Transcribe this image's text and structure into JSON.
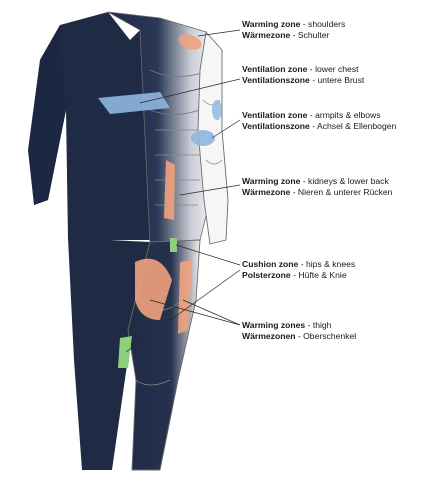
{
  "labels": [
    {
      "title": "Warming zone",
      "desc": "shoulders",
      "title_de": "Wärmezone",
      "desc_de": "Schulter"
    },
    {
      "title": "Ventilation zone",
      "desc": "lower chest",
      "title_de": "Ventilationszone",
      "desc_de": "untere Brust"
    },
    {
      "title": "Ventilation zone",
      "desc": "armpits & elbows",
      "title_de": "Ventilationszone",
      "desc_de": "Achsel & Ellenbogen"
    },
    {
      "title": "Warming zone",
      "desc": "kidneys & lower back",
      "title_de": "Wärmezone",
      "desc_de": "Nieren & unterer Rücken"
    },
    {
      "title": "Cushion zone",
      "desc": "hips & knees",
      "title_de": "Polsterzone",
      "desc_de": "Hüfte & Knie"
    },
    {
      "title": "Warming zones",
      "desc": "thigh",
      "title_de": "Wärmezonen",
      "desc_de": "Oberschenkel"
    }
  ],
  "colors": {
    "navy": "#1f2b45",
    "warming": "#f0a27e",
    "ventilation": "#8fb7e0",
    "cushion": "#8ed07a",
    "outline": "#6b6b6b"
  }
}
